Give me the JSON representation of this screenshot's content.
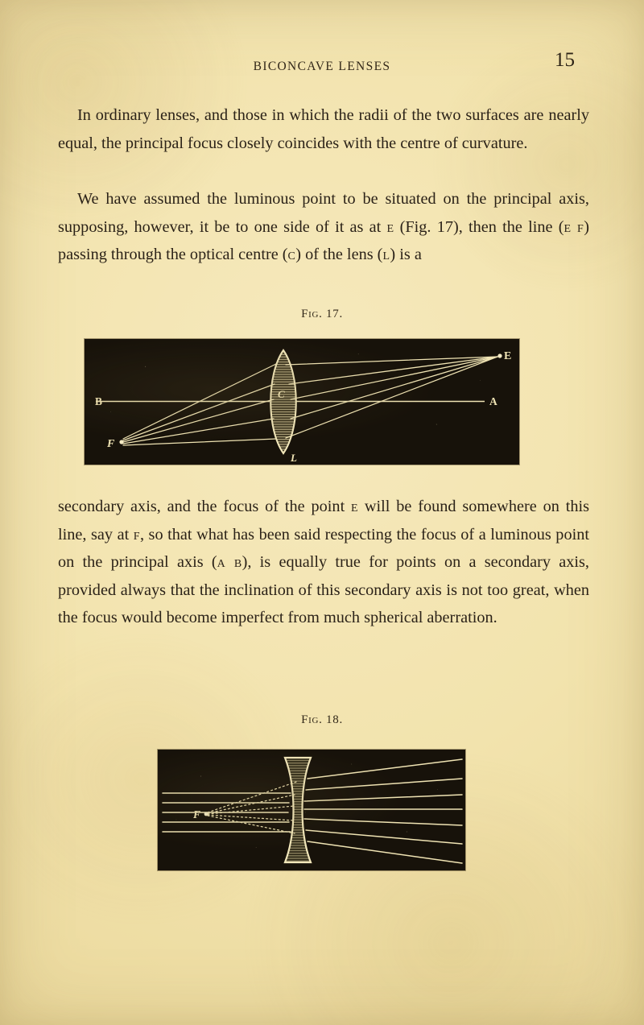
{
  "page": {
    "background_color": "#f2e3ad",
    "ink_color": "#2b2218",
    "folio": "15",
    "running_head": "BICONCAVE LENSES"
  },
  "paragraphs": {
    "p1_a": "In ordinary lenses, and those in which the radii of the two surfaces are nearly equal, the principal focus closely coincides with the centre of curvature.",
    "p2_a": "We have assumed the luminous point to be situated on the principal axis, supposing, however, it be to one side of it as at ",
    "p2_sc1": "e",
    "p2_b": " (Fig. 17), then the line (",
    "p2_sc2": "e f",
    "p2_c": ") passing through the optical centre (",
    "p2_sc3": "c",
    "p2_d": ") of the lens (",
    "p2_sc4": "l",
    "p2_e": ") is a",
    "p3_a": "secondary axis, and the focus of the point ",
    "p3_sc1": "e",
    "p3_b": " will be found somewhere on this line, say at ",
    "p3_sc2": "f",
    "p3_c": ", so that what has been said respecting the focus of a luminous point on the principal axis (",
    "p3_sc3": "a b",
    "p3_d": "), is equally true for points on a secondary axis, provided always that the inclination of this secondary axis is not too great, when the focus would become imperfect from much spherical aberration."
  },
  "figures": [
    {
      "id": "fig-17",
      "caption": "Fig. 17.",
      "type": "ray-diagram-biconvex-lens",
      "background_color": "#17120a",
      "line_color": "#f0e4b4",
      "labels": [
        {
          "text": "B",
          "role": "principal-axis-left-end"
        },
        {
          "text": "A",
          "role": "principal-axis-right-end"
        },
        {
          "text": "C",
          "role": "optical-centre"
        },
        {
          "text": "L",
          "role": "lens"
        },
        {
          "text": "E",
          "role": "luminous-point"
        },
        {
          "text": "F",
          "role": "focus-point"
        }
      ]
    },
    {
      "id": "fig-18",
      "caption": "Fig. 18.",
      "type": "ray-diagram-biconcave-lens",
      "background_color": "#17120a",
      "line_color": "#f0e4b4",
      "labels": [
        {
          "text": "F",
          "role": "virtual-focus"
        }
      ]
    }
  ]
}
